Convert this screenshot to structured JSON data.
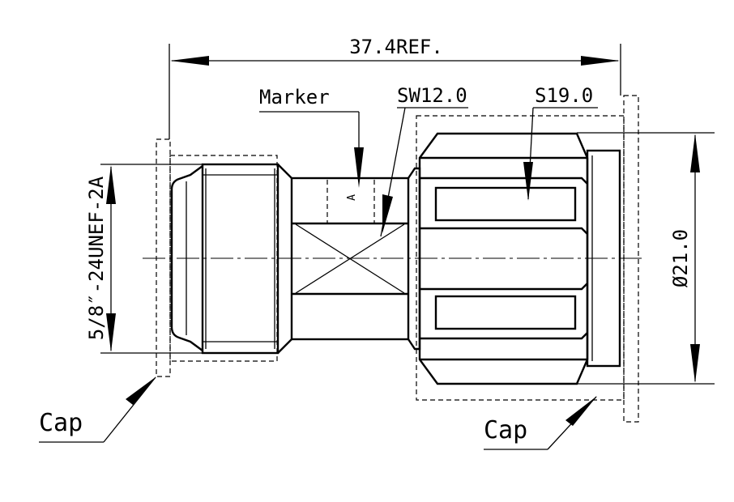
{
  "dimensions": {
    "overall_length": "37.4REF.",
    "thread_spec": "5/8″-24UNEF-2A",
    "hex_small": "SW12.0",
    "hex_large": "S19.0",
    "diameter": "Ø21.0"
  },
  "labels": {
    "marker": "Marker",
    "marker_letter": "A",
    "cap_left": "Cap",
    "cap_right": "Cap"
  }
}
